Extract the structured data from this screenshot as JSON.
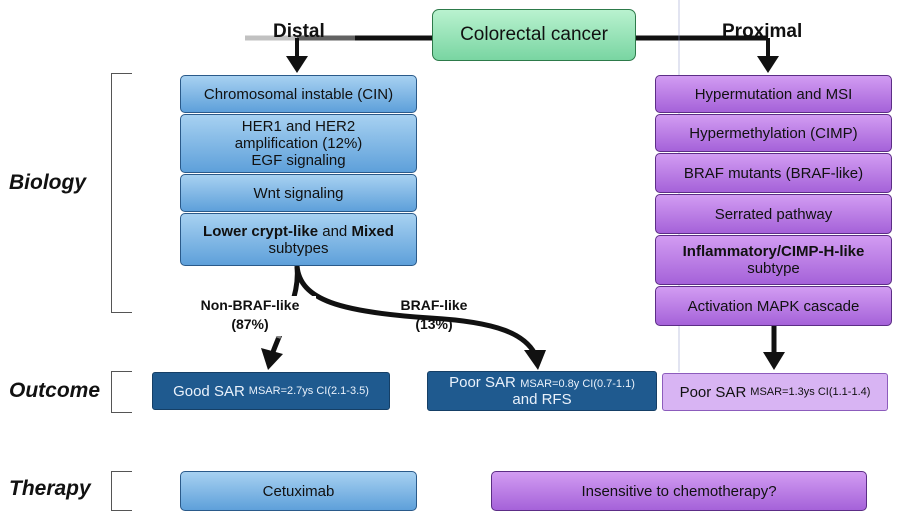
{
  "title": "Colorectal cancer",
  "headers": {
    "distal": "Distal",
    "proximal": "Proximal"
  },
  "side_labels": {
    "biology": "Biology",
    "outcome": "Outcome",
    "therapy": "Therapy"
  },
  "distal_boxes": {
    "cin": "Chromosomal instable (CIN)",
    "her_line1": "HER1 and HER2",
    "her_line2": "amplification (12%)",
    "her_line3": "EGF signaling",
    "wnt": "Wnt signaling",
    "crypt_bold1": "Lower crypt-like",
    "crypt_and": " and ",
    "crypt_bold2": "Mixed",
    "crypt_line2": "subtypes"
  },
  "proximal_boxes": {
    "msi": "Hypermutation and MSI",
    "cimp": "Hypermethylation (CIMP)",
    "braf": "BRAF mutants (BRAF-like)",
    "serrated": "Serrated pathway",
    "inflam_bold": "Inflammatory/CIMP-H-like",
    "inflam_line2": "subtype",
    "mapk": "Activation MAPK cascade"
  },
  "branches": {
    "nonbraf_label": "Non-BRAF-like",
    "nonbraf_pct": "(87%)",
    "braf_label": "BRAF-like",
    "braf_pct": "(13%)"
  },
  "outcomes": {
    "good_main": "Good SAR",
    "good_stats": "MSAR=2.7ys CI(2.1-3.5)",
    "poor1_main": "Poor SAR",
    "poor1_stats": "MSAR=0.8y CI(0.7-1.1)",
    "poor1_line2": "and RFS",
    "poor2_main": "Poor SAR",
    "poor2_stats": "MSAR=1.3ys CI(1.1-1.4)"
  },
  "therapy": {
    "cetuximab": "Cetuximab",
    "insensitive": "Insensitive to chemotherapy?"
  },
  "colors": {
    "distal_box": "#6fb0e6",
    "proximal_box": "#b57be3",
    "outcome_dark": "#1f5a8f",
    "outcome_light": "#d8b4f3",
    "title_box": "#8fe0b3"
  }
}
